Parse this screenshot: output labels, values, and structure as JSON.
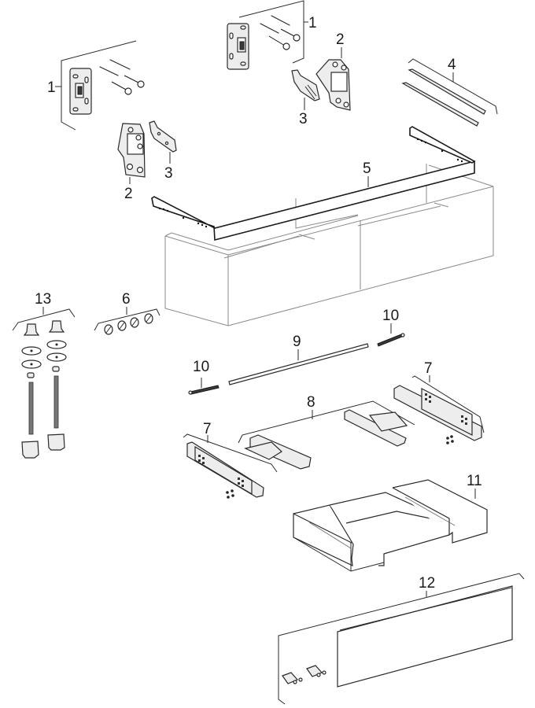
{
  "diagram": {
    "title": "Exploded view spare parts",
    "colors": {
      "line": "#2a2a2a",
      "part_fill": "#ededed",
      "cabinet_line": "#8a8a8a",
      "background": "#ffffff"
    },
    "labels": {
      "p1_left": "1",
      "p1_right": "1",
      "p2_left": "2",
      "p2_right": "2",
      "p3_left": "3",
      "p3_right": "3",
      "p4": "4",
      "p5": "5",
      "p6": "6",
      "p7_left": "7",
      "p7_right": "7",
      "p8": "8",
      "p9": "9",
      "p10_left": "10",
      "p10_right": "10",
      "p11": "11",
      "p12": "12",
      "p13": "13"
    }
  }
}
